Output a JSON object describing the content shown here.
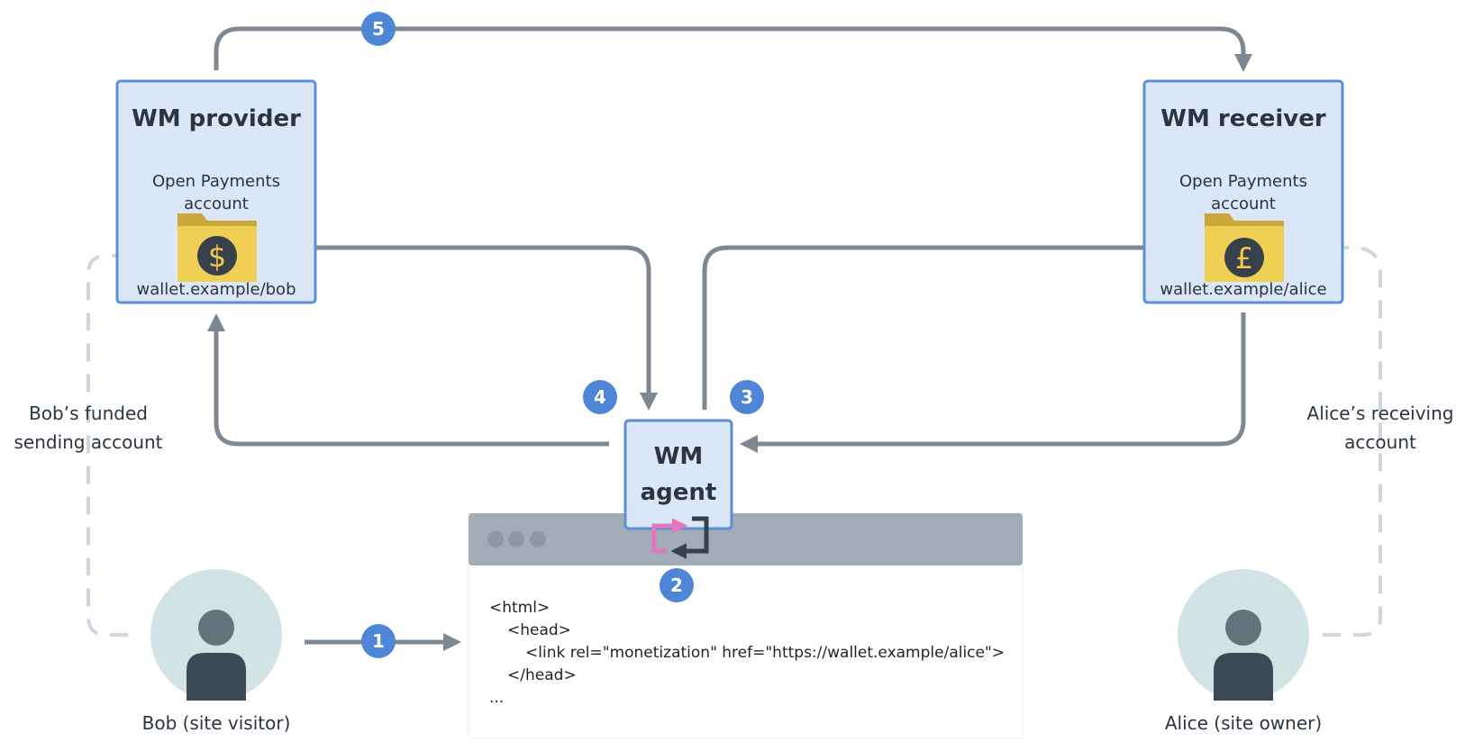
{
  "provider": {
    "title": "WM provider",
    "account_line1": "Open Payments",
    "account_line2": "account",
    "wallet": "wallet.example/bob",
    "currency_symbol": "$"
  },
  "receiver": {
    "title": "WM receiver",
    "account_line1": "Open Payments",
    "account_line2": "account",
    "wallet": "wallet.example/alice",
    "currency_symbol": "£"
  },
  "agent": {
    "title_line1": "WM",
    "title_line2": "agent"
  },
  "bob": {
    "name": "Bob (site visitor)",
    "account_line1": "Bob’s funded",
    "account_line2": "sending account"
  },
  "alice": {
    "name": "Alice (site owner)",
    "account_line1": "Alice’s receiving",
    "account_line2": "account"
  },
  "browser": {
    "code_lines": [
      "<html>",
      "<head>",
      "<link rel=\"monetization\" href=\"https://wallet.example/alice\">",
      "</head>",
      "..."
    ]
  },
  "steps": [
    "1",
    "2",
    "3",
    "4",
    "5"
  ],
  "colors": {
    "box_fill": "#dbe7f6",
    "box_stroke": "#5a8fd8",
    "arrow": "#7d8893",
    "dashed": "#cfd6dd",
    "badge": "#4f85d6",
    "folder": "#f0cf55",
    "coin": "#36414b",
    "person_bg": "#d1e3e4",
    "person": "#3c4a55",
    "browser_bar": "#a2acb7",
    "loop_pink": "#e078c0"
  }
}
